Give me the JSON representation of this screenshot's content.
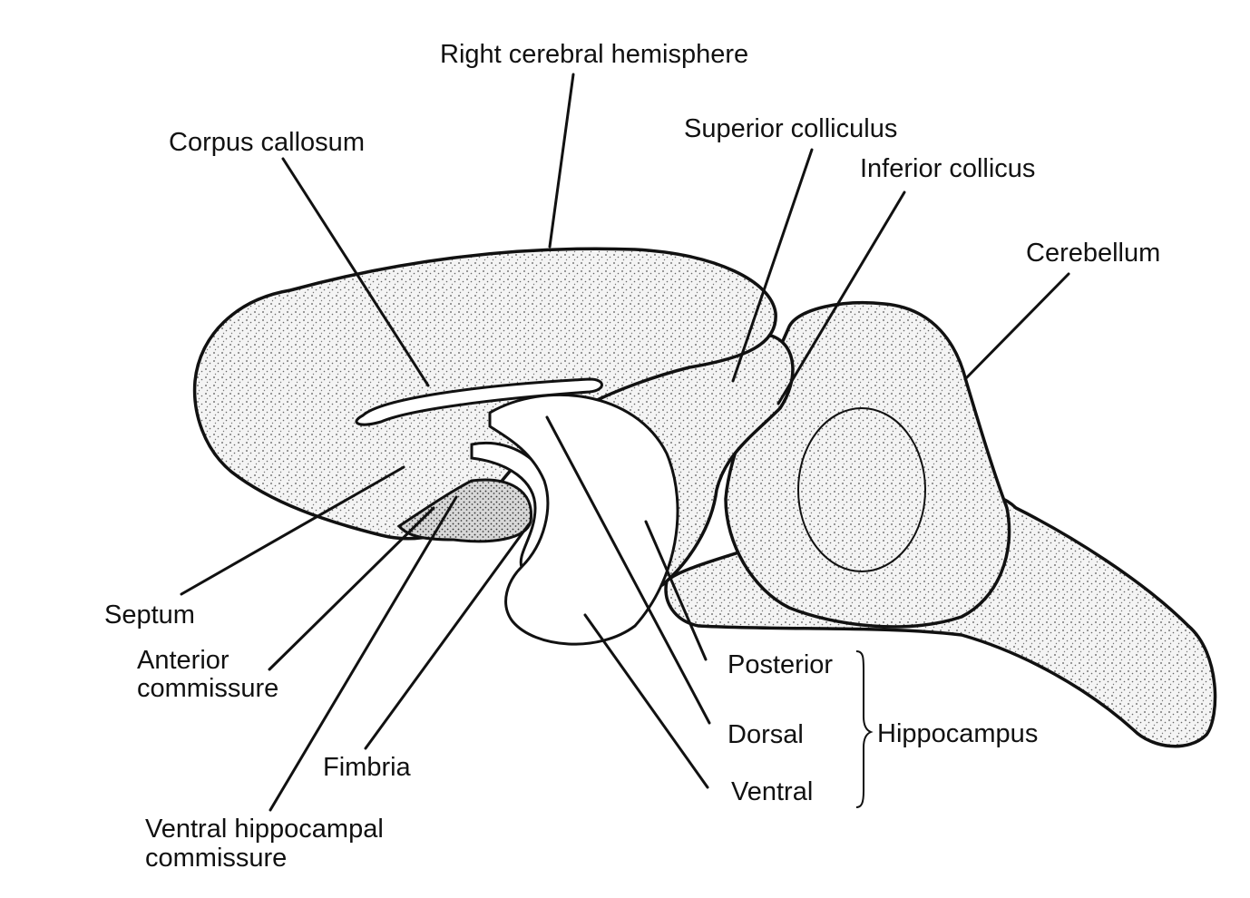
{
  "labels": {
    "right_cerebral_hemisphere": "Right cerebral hemisphere",
    "corpus_callosum": "Corpus callosum",
    "superior_colliculus": "Superior colliculus",
    "inferior_collicus": "Inferior collicus",
    "cerebellum": "Cerebellum",
    "septum": "Septum",
    "anterior_commissure_1": "Anterior",
    "anterior_commissure_2": "commissure",
    "fimbria": "Fimbria",
    "ventral_hippocampal_commissure_1": "Ventral hippocampal",
    "ventral_hippocampal_commissure_2": "commissure",
    "posterior": "Posterior",
    "dorsal": "Dorsal",
    "ventral": "Ventral",
    "hippocampus": "Hippocampus"
  }
}
